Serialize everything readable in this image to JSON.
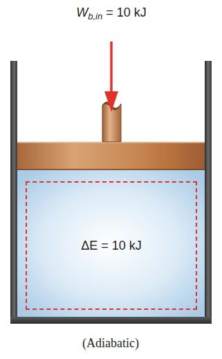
{
  "diagram": {
    "nodes": [
      {
        "text": [
          "ΔE = 10 kJ"
        ]
      }
    ],
    "labels": [
      "W",
      "b,in",
      "= 10 kJ",
      "(Adiabatic)"
    ]
  }
}
